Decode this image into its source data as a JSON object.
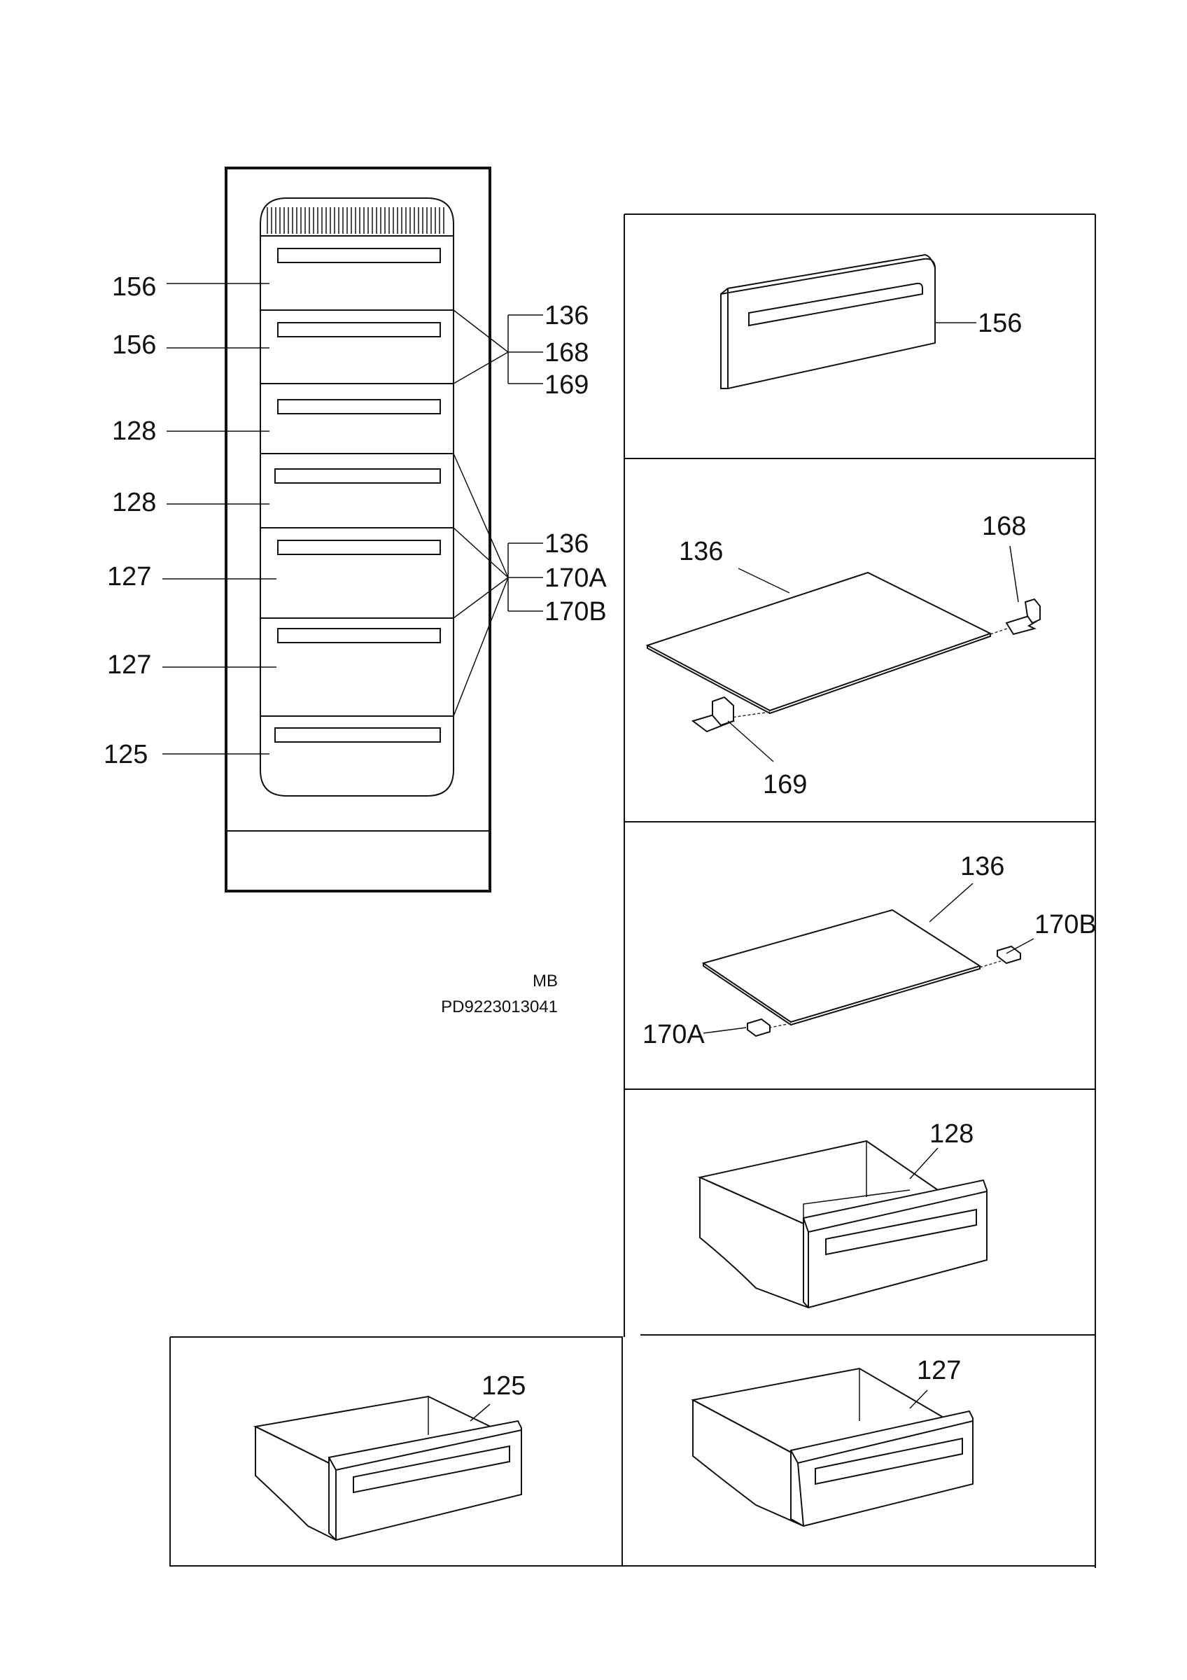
{
  "overview": {
    "callouts_left": [
      "156",
      "156",
      "128",
      "128",
      "127",
      "127",
      "125"
    ],
    "group_top": [
      "136",
      "168",
      "169"
    ],
    "group_bottom": [
      "136",
      "170A",
      "170B"
    ]
  },
  "drawing_code": {
    "line1": "MB",
    "line2": "PD9223013041"
  },
  "details": {
    "front_panel": "156",
    "shelf_top": {
      "shelf": "136",
      "right_clip": "168",
      "left_clip": "169"
    },
    "shelf_bottom": {
      "shelf": "136",
      "right_clip": "170B",
      "left_clip": "170A"
    },
    "drawer_128": "128",
    "drawer_125": "125",
    "drawer_127": "127"
  }
}
